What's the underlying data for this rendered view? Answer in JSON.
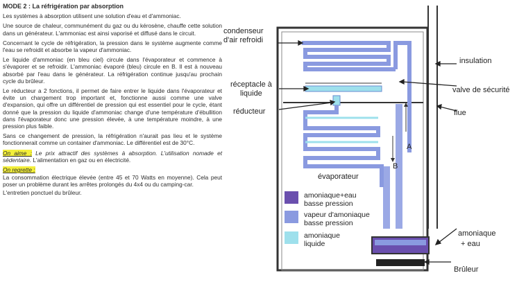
{
  "text": {
    "title": "MODE 2 : La réfrigération par absorption",
    "p1": "Les systèmes à absorption utilisent une solution d'eau et d'ammoniac.",
    "p2": "Une source de chaleur, communément du gaz ou du kérosène, chauffe cette solution dans un générateur. L'ammoniac est ainsi vaporisé et diffusé dans le circuit.",
    "p3": "Concernant le cycle de réfrigération, la pression dans le système augmente comme l'eau se refroidit et absorbe la vapeur d'ammoniac.",
    "p4": "Le liquide d'ammoniac (en bleu ciel) circule dans l'évaporateur et commence à s'évaporer et se refroidir. L'ammoniac évaporé (bleu) circule en B. Il est à nouveau absorbé par l'eau dans le générateur. La réfrigération continue jusqu'au prochain cycle du brûleur.",
    "p5": "Le réducteur a 2 fonctions, il permet de faire entrer le liquide dans l'évaporateur et évite un chargement trop important et, fonctionne aussi comme une valve d'expansion, qui offre un différentiel de pression qui est essentiel pour le cycle, étant donné que la pression du liquide d'ammoniac change d'une température d'ébullition dans l'évaporateur donc une pression élevée, à une température moindre, à une pression plus faible.",
    "p6": "Sans ce changement de pression, la réfrigération n'aurait pas lieu et le système fonctionnerait comme un container d'ammoniac. Le différentiel est de 30°C.",
    "aime_label": "On aime :",
    "aime_italic": " Le prix attractif des systèmes à absorption. L'utilisation nomade et sédentaire.",
    "aime_rest": " L'alimentation en gaz ou en électricité.",
    "regrette_label": "On regrette :",
    "p7": "La consommation électrique élevée (entre 45 et 70 Watts en moyenne). Cela peut poser un problème durant les arrêtes prolongés du 4x4 ou du camping-car.",
    "p8": "L'entretien ponctuel du brûleur."
  },
  "diagram": {
    "labels": {
      "condenseur_l1": "condenseur",
      "condenseur_l2": "d'air refroidi",
      "receptacle_l1": "réceptacle à",
      "receptacle_l2": "liquide",
      "reducteur": "réducteur",
      "insulation": "insulation",
      "valve": "valve de sécurité",
      "flue": "flue",
      "evaporateur": "évaporateur",
      "a": "A",
      "b": "B",
      "amon_eau_l1": "amoniaque",
      "amon_eau_l2": "+ eau",
      "bruleur": "Brûleur"
    },
    "legend": [
      {
        "l1": "amoniaque+eau",
        "l2": "basse pression",
        "color": "#6a4fae"
      },
      {
        "l1": "vapeur d'amoniaque",
        "l2": "basse pression",
        "color": "#8a9ae0"
      },
      {
        "l1": "amoniaque",
        "l2": "liquide",
        "color": "#9ee0ec"
      }
    ],
    "colors": {
      "vapor": "#8a9ae0",
      "liquid": "#9ee0ec",
      "solution": "#6a4fae",
      "pipe_dark": "#333333"
    }
  }
}
